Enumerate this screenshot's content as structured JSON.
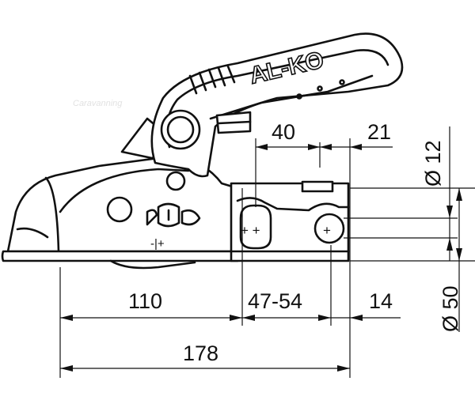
{
  "diagram": {
    "brand_logo": "AL-KO",
    "watermark": "Caravanning",
    "dimensions": {
      "hole_spacing": "40",
      "end_offset": "21",
      "hole_diameter": "Ø 12",
      "front_length": "110",
      "bolt_range": "47-54",
      "rear_offset": "14",
      "drawbar_diameter": "Ø 50",
      "total_length": "178"
    },
    "symbols": {
      "hole_marks_left": "+ +",
      "hole_mark_right": "+",
      "indicator": "-|+"
    },
    "colors": {
      "line": "#111111",
      "background": "#ffffff"
    }
  }
}
